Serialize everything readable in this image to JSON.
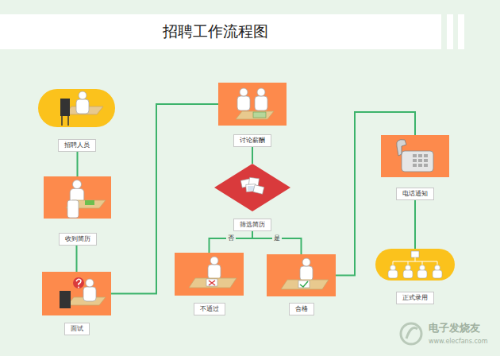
{
  "diagram": {
    "title": "招聘工作流程图",
    "nodes": [
      {
        "text": [
          "招聘人员"
        ]
      },
      {
        "text": [
          "收到简历"
        ]
      },
      {
        "text": [
          "面试"
        ]
      },
      {
        "text": [
          "讨论薪酬"
        ]
      },
      {
        "text": [
          "筛选简历"
        ]
      },
      {
        "text": [
          "不通过"
        ]
      },
      {
        "text": [
          "合格"
        ]
      },
      {
        "text": [
          "电话通知"
        ]
      },
      {
        "text": [
          "正式录用"
        ]
      }
    ],
    "edges": [
      {
        "from": 0,
        "to": 1,
        "arrow": "none"
      },
      {
        "from": 1,
        "to": 2,
        "arrow": "none"
      },
      {
        "from": 2,
        "to": 3,
        "arrow": "none"
      },
      {
        "from": 3,
        "to": 4,
        "arrow": "none"
      },
      {
        "from": 4,
        "to": 5,
        "label": "否",
        "arrow": "none"
      },
      {
        "from": 4,
        "to": 6,
        "label": "是",
        "arrow": "none"
      },
      {
        "from": 6,
        "to": 7,
        "arrow": "none"
      },
      {
        "from": 7,
        "to": 8,
        "arrow": "none"
      }
    ],
    "labels": [
      "电子发烧友",
      "www.elecfans.com"
    ]
  }
}
